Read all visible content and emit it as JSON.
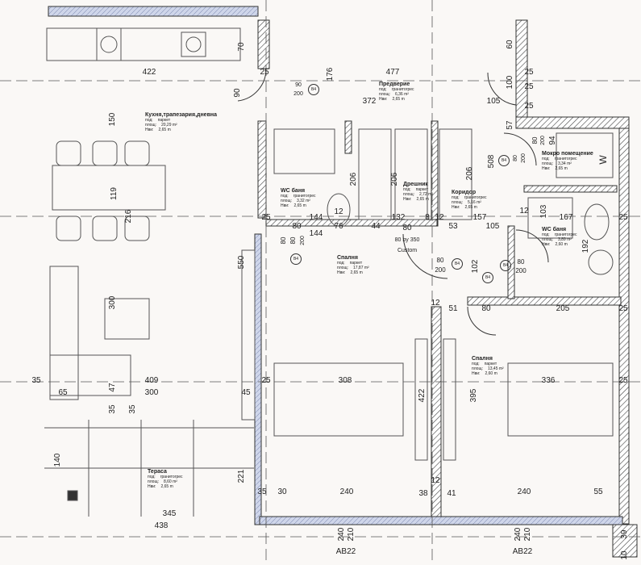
{
  "rooms": [
    {
      "name": "Кухня,трапезария,дневна",
      "floor_label": "под:",
      "floor": "паркет",
      "area_label": "площ:",
      "area": "20,29 m²",
      "h_label": "Нви:",
      "h": "2,65 m"
    },
    {
      "name": "Предверие",
      "floor_label": "под:",
      "floor": "гранитогрес",
      "area_label": "площ:",
      "area": "6,36 m²",
      "h_label": "Нви:",
      "h": "2,65 m"
    },
    {
      "name": "WC баня",
      "floor_label": "под:",
      "floor": "гранитогрес",
      "area_label": "площ:",
      "area": "3,32 m²",
      "h_label": "Нви:",
      "h": "2,65 m"
    },
    {
      "name": "Дрешник",
      "floor_label": "под:",
      "floor": "паркет",
      "area_label": "площ:",
      "area": "2,72 m²",
      "h_label": "Нви:",
      "h": "2,65 m"
    },
    {
      "name": "Коридор",
      "floor_label": "под:",
      "floor": "гранитогрес",
      "area_label": "площ:",
      "area": "5,16 m²",
      "h_label": "Нви:",
      "h": "2,65 m"
    },
    {
      "name": "Мокро помещение",
      "floor_label": "под:",
      "floor": "гранитогрес",
      "area_label": "площ:",
      "area": "3,34 m²",
      "h_label": "Нви:",
      "h": "2,65 m"
    },
    {
      "name": "WC баня",
      "floor_label": "под:",
      "floor": "гранитогрес",
      "area_label": "площ:",
      "area": "3,89 m²",
      "h_label": "Нви:",
      "h": "2,60 m"
    },
    {
      "name": "Спалня",
      "floor_label": "под:",
      "floor": "паркет",
      "area_label": "площ:",
      "area": "17,87 m²",
      "h_label": "Нви:",
      "h": "2,65 m"
    },
    {
      "name": "Спалня",
      "floor_label": "под:",
      "floor": "паркет",
      "area_label": "площ:",
      "area": "13,45 m²",
      "h_label": "Нви:",
      "h": "2,60 m"
    },
    {
      "name": "Тераса",
      "floor_label": "под:",
      "floor": "гранитогрес",
      "area_label": "площ:",
      "area": "8,60 m²",
      "h_label": "Нви:",
      "h": "2,65 m"
    }
  ],
  "door_tag": "B4",
  "custom_door": {
    "size": "80 by 350",
    "type": "Custom"
  },
  "axis_labels": [
    "AB22",
    "AB22"
  ],
  "appliance_label": "W",
  "dims": [
    "422",
    "477",
    "372",
    "105",
    "25",
    "176",
    "25",
    "100",
    "60",
    "25",
    "25",
    "57",
    "90",
    "200",
    "70",
    "90",
    "150",
    "119",
    "216",
    "300",
    "25",
    "80",
    "144",
    "76",
    "44",
    "80",
    "132",
    "8",
    "12",
    "53",
    "157",
    "105",
    "12",
    "167",
    "25",
    "206",
    "206",
    "206",
    "508",
    "80",
    "200",
    "80",
    "200",
    "94",
    "192",
    "103",
    "80",
    "200",
    "102",
    "80",
    "200",
    "550",
    "12",
    "51",
    "80",
    "205",
    "25",
    "35",
    "409",
    "300",
    "65",
    "47",
    "35",
    "35",
    "45",
    "25",
    "308",
    "422",
    "395",
    "336",
    "25",
    "140",
    "221",
    "35",
    "30",
    "240",
    "38",
    "12",
    "41",
    "240",
    "55",
    "345",
    "438",
    "240",
    "210",
    "240",
    "210",
    "39",
    "10",
    "12",
    "80",
    "80",
    "200",
    "144"
  ]
}
